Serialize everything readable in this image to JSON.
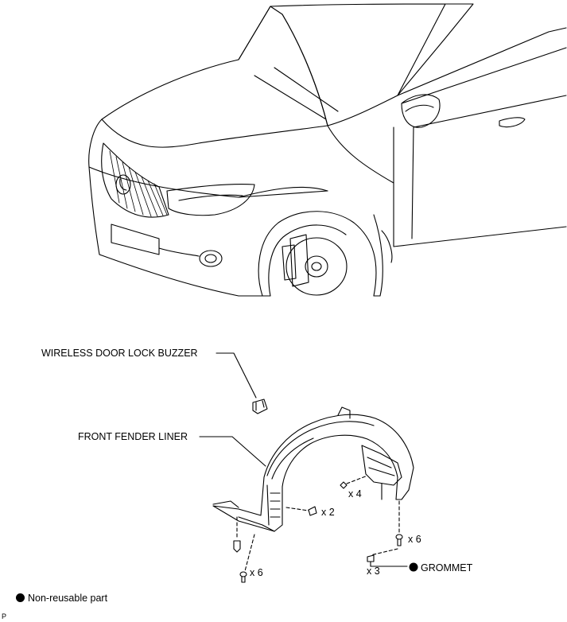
{
  "labels": {
    "buzzer": "WIRELESS DOOR LOCK BUZZER",
    "liner": "FRONT FENDER LINER",
    "grommet": "GROMMET",
    "legend": "Non-reusable part",
    "corner": "P"
  },
  "quantities": {
    "screws_upper": "x 4",
    "bolts": "x 2",
    "clips_right": "x 6",
    "grommets": "x 3",
    "clips_bottom": "x 6"
  },
  "colors": {
    "line": "#000000",
    "fill": "#ffffff"
  },
  "icons": {
    "non_reusable_marker": "filled-circle-icon"
  }
}
